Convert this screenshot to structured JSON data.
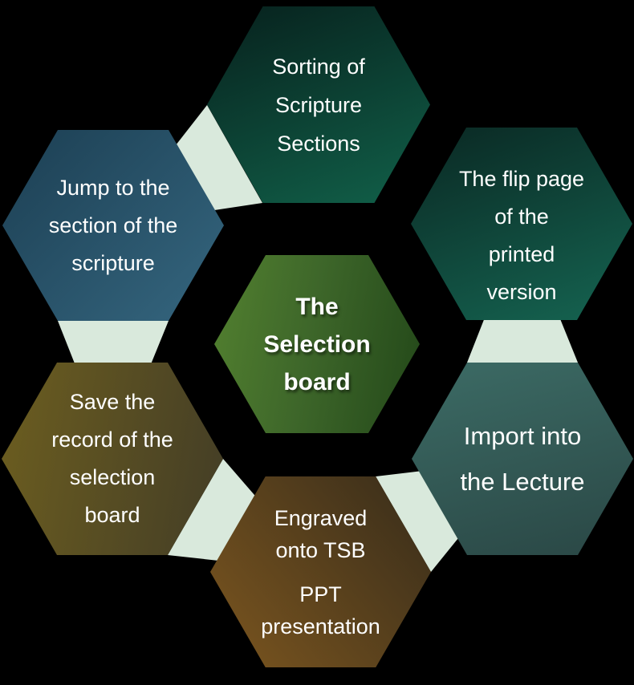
{
  "background_color": "#000000",
  "colors": {
    "connector": "#d9e9dc",
    "text": "#ffffff",
    "center_hex_gradient": [
      "#52802f",
      "#234819"
    ],
    "top_hex_gradient": [
      "#07211d",
      "#116049"
    ],
    "top_left_hex_gradient": [
      "#1c3f53",
      "#35667f"
    ],
    "top_right_hex_gradient": [
      "#0a2823",
      "#156451"
    ],
    "bottom_left_hex_gradient": [
      "#6a5c20",
      "#433d26"
    ],
    "bottom_hex_gradient": [
      "#7c561f",
      "#372c1a"
    ],
    "bottom_right_hex_gradient": [
      "#3c6b65",
      "#2a4745"
    ]
  },
  "center": {
    "text": "The Selection board",
    "lines": [
      "The",
      "Selection",
      "board"
    ]
  },
  "nodes": {
    "top": {
      "text": "Sorting of Scripture Sections",
      "lines": [
        "Sorting of",
        "Scripture",
        "Sections"
      ]
    },
    "top_left": {
      "text": "Jump to the section of the scripture",
      "lines": [
        "Jump to the",
        "section of the",
        "scripture"
      ]
    },
    "top_right": {
      "text": "The flip page of the printed version",
      "lines": [
        "The flip page",
        "of the",
        "printed",
        "version"
      ]
    },
    "bottom_left": {
      "text": "Save the record of the selection board",
      "lines": [
        "Save the",
        "record of the",
        "selection",
        "board"
      ]
    },
    "bottom": {
      "text": "Engraved onto TSB PPT presentation",
      "para1": [
        "Engraved",
        "onto TSB"
      ],
      "para2": [
        "PPT",
        "presentation"
      ]
    },
    "bottom_right": {
      "text": "Import into the Lecture",
      "lines": [
        "Import into",
        "the Lecture"
      ]
    }
  }
}
